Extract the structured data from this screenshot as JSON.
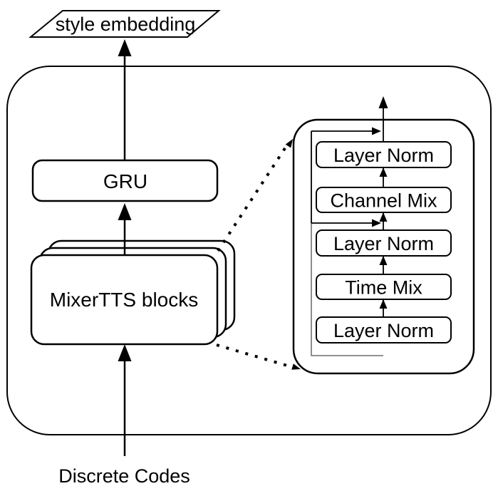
{
  "output": {
    "label": "style embedding"
  },
  "input": {
    "label": "Discrete Codes"
  },
  "encoder": {
    "gru_label": "GRU",
    "mixer_label": "MixerTTS blocks"
  },
  "mixer_block_detail": {
    "layers": [
      {
        "label": "Layer Norm"
      },
      {
        "label": "Channel Mix"
      },
      {
        "label": "Layer Norm"
      },
      {
        "label": "Time Mix"
      },
      {
        "label": "Layer Norm"
      }
    ]
  },
  "colors": {
    "line": "#000000",
    "residual_line": "#808080",
    "background": "#ffffff"
  }
}
